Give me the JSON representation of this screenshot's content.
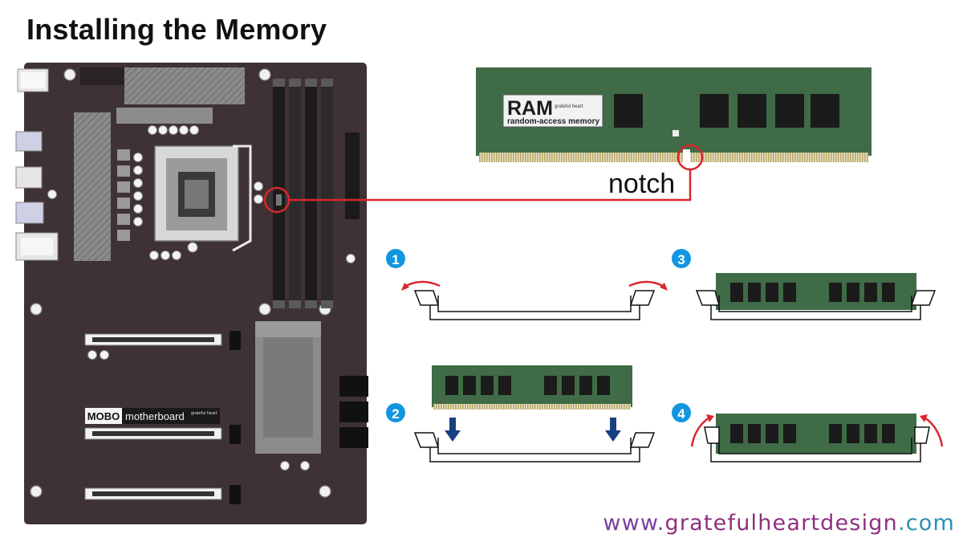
{
  "title": "Installing the Memory",
  "ram": {
    "logo": "RAM",
    "brand": "grateful heart",
    "subtitle": "random-access memory",
    "callout": "notch"
  },
  "motherboard": {
    "logo": "MOBO",
    "label": "motherboard",
    "brand": "grateful heart"
  },
  "steps": [
    "1",
    "2",
    "3",
    "4"
  ],
  "footer": {
    "prefix": "www.",
    "name": "gratefulheartdesign",
    "suffix": ".com"
  },
  "colors": {
    "board": "#3e3236",
    "pcb_green": "#3f6b46",
    "callout_red": "#d9262c",
    "step_blue": "#1296e0",
    "arrow_navy": "#183f82"
  }
}
